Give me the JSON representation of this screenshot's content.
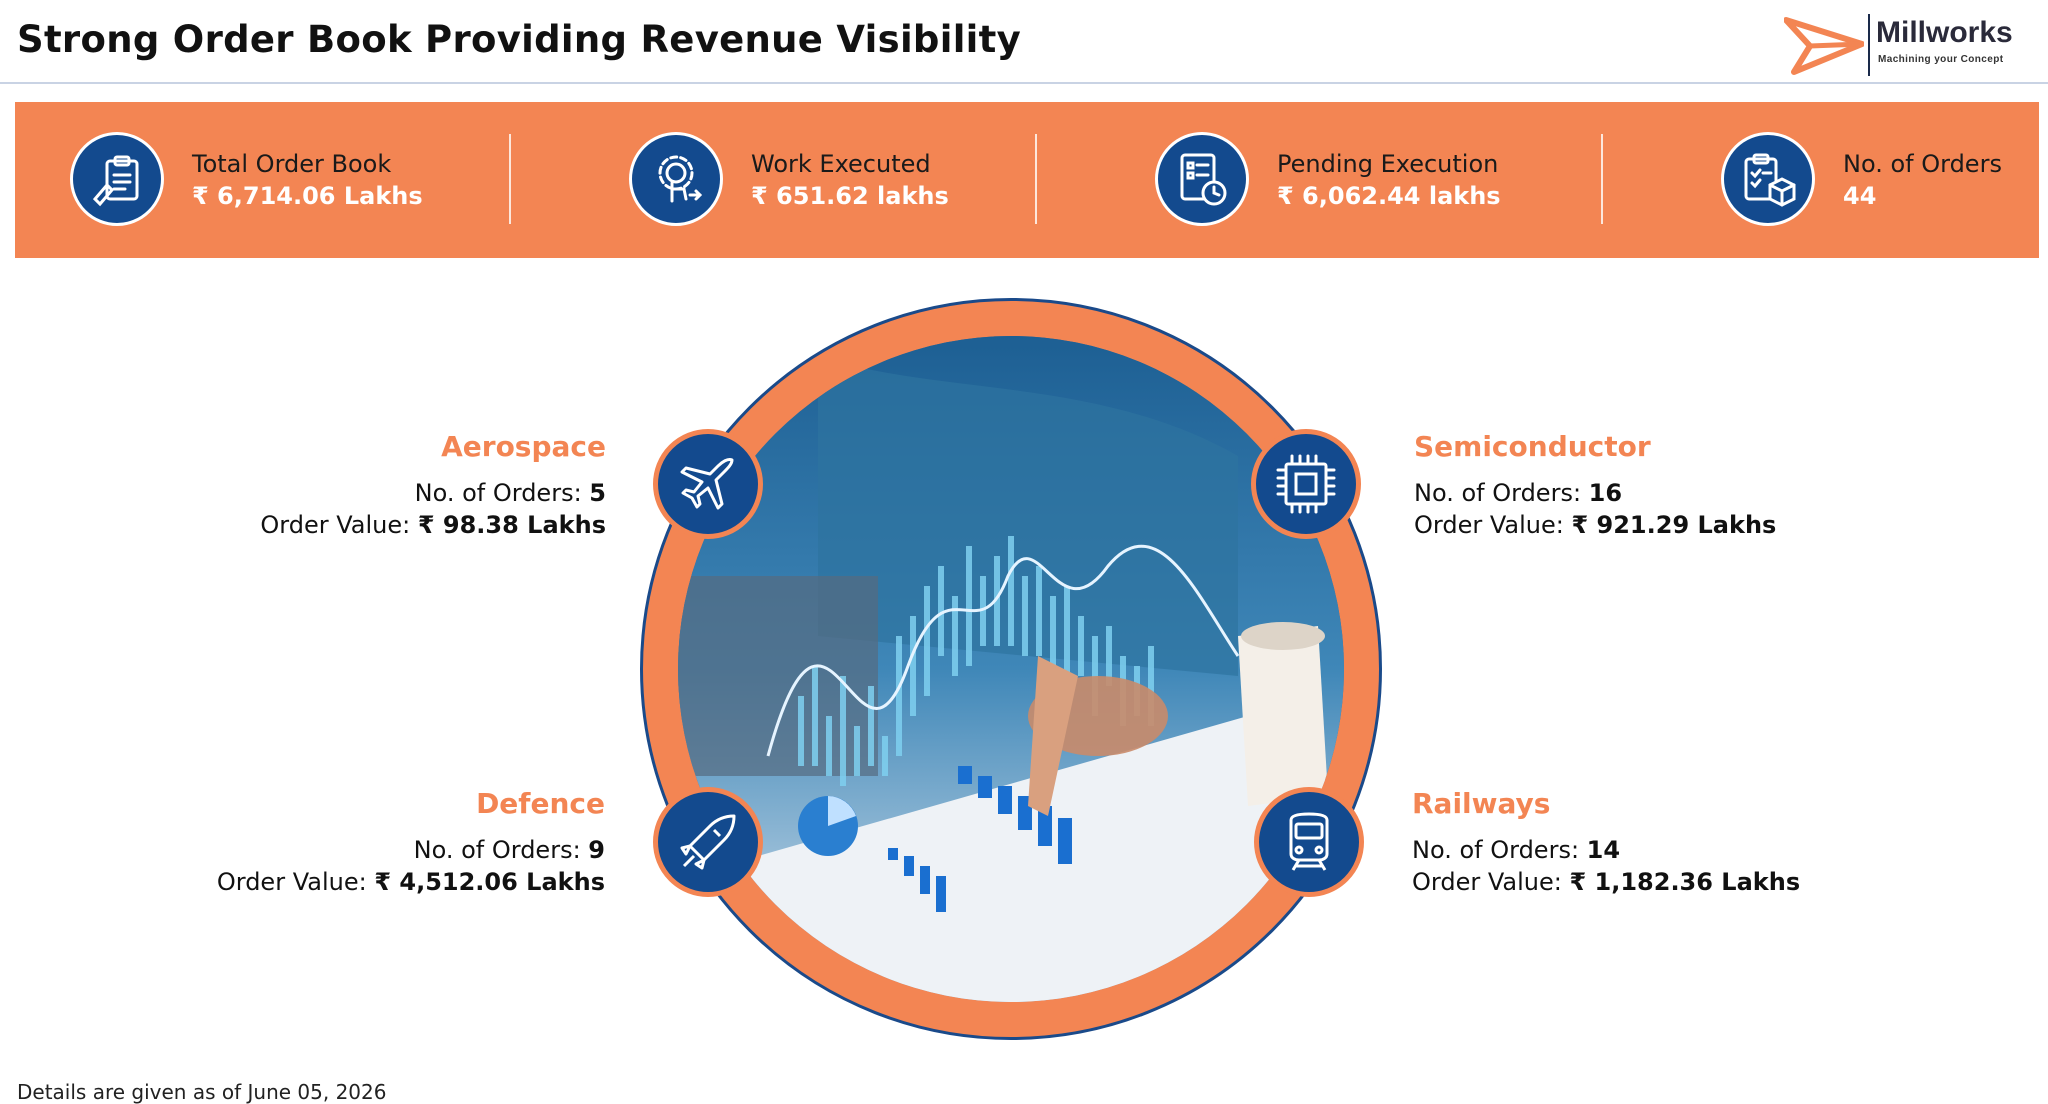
{
  "page": {
    "title": "Strong Order Book Providing Revenue Visibility",
    "footnote": "Details are given as of June 05, 2026"
  },
  "brand": {
    "name": "Millworks",
    "tagline": "Machining your Concept",
    "logo_icon": "paper-plane-icon",
    "accent_color": "#f38553",
    "primary_color": "#134a8e"
  },
  "stats": [
    {
      "label": "Total Order Book",
      "value": "₹ 6,714.06 Lakhs",
      "icon": "clipboard-pen-icon"
    },
    {
      "label": "Work Executed",
      "value": "₹ 651.62 lakhs",
      "icon": "gear-hand-icon"
    },
    {
      "label": "Pending Execution",
      "value": "₹ 6,062.44 lakhs",
      "icon": "checklist-clock-icon"
    },
    {
      "label": "No. of Orders",
      "value": "44",
      "icon": "clipboard-box-icon"
    }
  ],
  "segments": [
    {
      "name": "Aerospace",
      "orders_label": "No. of Orders:",
      "orders": "5",
      "value_label": "Order Value:",
      "value": "₹ 98.38 Lakhs",
      "icon": "airplane-icon"
    },
    {
      "name": "Semiconductor",
      "orders_label": "No. of Orders:",
      "orders": "16",
      "value_label": "Order Value:",
      "value": "₹ 921.29 Lakhs",
      "icon": "chip-icon"
    },
    {
      "name": "Defence",
      "orders_label": "No. of Orders:",
      "orders": "9",
      "value_label": "Order Value:",
      "value": "₹ 4,512.06 Lakhs",
      "icon": "missile-icon"
    },
    {
      "name": "Railways",
      "orders_label": "No. of Orders:",
      "orders": "14",
      "value_label": "Order Value:",
      "value": "₹ 1,182.36 Lakhs",
      "icon": "train-icon"
    }
  ],
  "center_image": {
    "icon": "business-analytics-photo"
  }
}
